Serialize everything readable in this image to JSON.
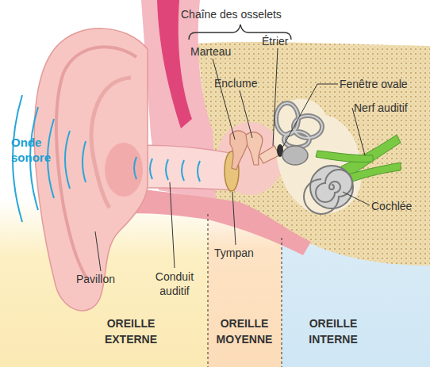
{
  "diagram": {
    "nodes": [
      {
        "text": [
          "OREILLE EXTERNE"
        ]
      },
      {
        "text": [
          "OREILLE MOYENNE"
        ]
      },
      {
        "text": [
          "OREILLE INTERNE"
        ]
      }
    ],
    "labels": [
      "Chaîne des osselets",
      "Marteau",
      "Enclume",
      "Étrier",
      "Fenêtre ovale",
      "Nerf auditif",
      "Onde sonore",
      "Cochlée",
      "Tympan",
      "Pavillon",
      "Conduit auditif"
    ]
  }
}
